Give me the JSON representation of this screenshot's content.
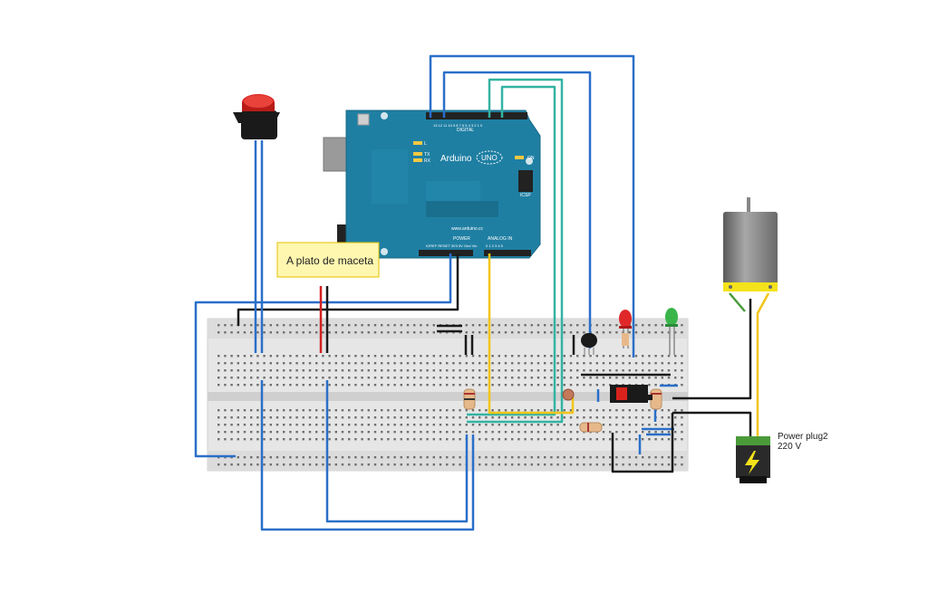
{
  "note": {
    "text": "A plato de maceta"
  },
  "power_plug": {
    "name": "Power plug2",
    "voltage": "220 V"
  },
  "arduino": {
    "brand": "Arduino",
    "model": "UNO",
    "url": "www.arduino.cc",
    "digital_label": "DIGITAL",
    "analog_label": "ANALOG IN",
    "power_label": "POWER",
    "icsp_label": "ICSP",
    "on_label": "ON",
    "led_l": "L",
    "led_tx": "TX",
    "led_rx": "RX",
    "power_pins": "IOREF RESET 3V3 5V Gnd Vin",
    "analog_pins": "0 1 2 3 4 5",
    "digital_pins": "13 12 11 10 9 8 7 6 5 4 3 2 1 0"
  },
  "colors": {
    "arduino_board": "#1f7fa3",
    "breadboard": "#e6e6e6",
    "wire_blue": "#2a6fc9",
    "wire_teal": "#33b3a3",
    "wire_black": "#1a1a1a",
    "wire_yellow": "#f2c518",
    "wire_green": "#4a9a3a",
    "note_fill": "#fff7b0",
    "note_border": "#e6c200",
    "button_cap": "#d8231d",
    "led_red": "#e0282a",
    "led_green": "#3ab54a"
  }
}
